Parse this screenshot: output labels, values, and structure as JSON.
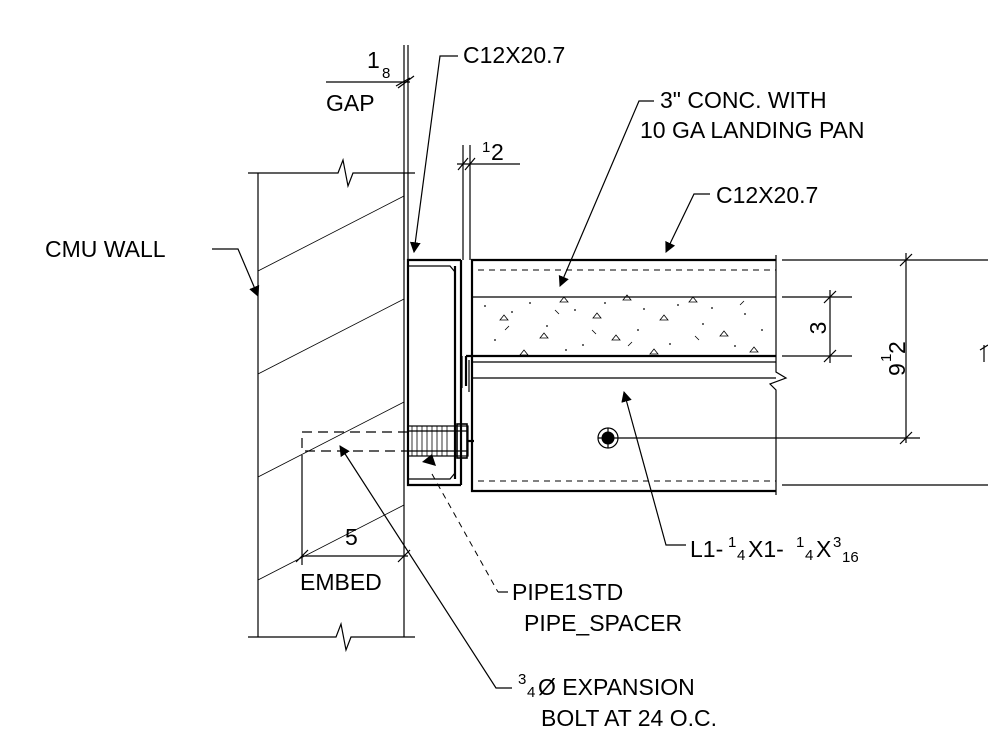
{
  "labels": {
    "gap_fraction": [
      "1",
      "8"
    ],
    "gap": "GAP",
    "channel_top": "C12X20.7",
    "conc_line1": "3\" CONC. WITH",
    "conc_line2": "10 GA LANDING PAN",
    "half_fraction": [
      "1",
      "2"
    ],
    "channel_right": "C12X20.7",
    "cmu_wall": "CMU WALL",
    "dim_3": "3",
    "dim_9": "9",
    "dim_9_fraction": [
      "1",
      "2"
    ],
    "dim_embed": "5",
    "embed": "EMBED",
    "angle": [
      "L1-",
      "1",
      "4",
      "X1-",
      "1",
      "4",
      "X",
      "3",
      "16"
    ],
    "pipe_line1": "PIPE1STD",
    "pipe_line2": "PIPE_SPACER",
    "bolt_line1": [
      "3",
      "4",
      "Ø EXPANSION"
    ],
    "bolt_line2": "BOLT AT 24 O.C."
  }
}
